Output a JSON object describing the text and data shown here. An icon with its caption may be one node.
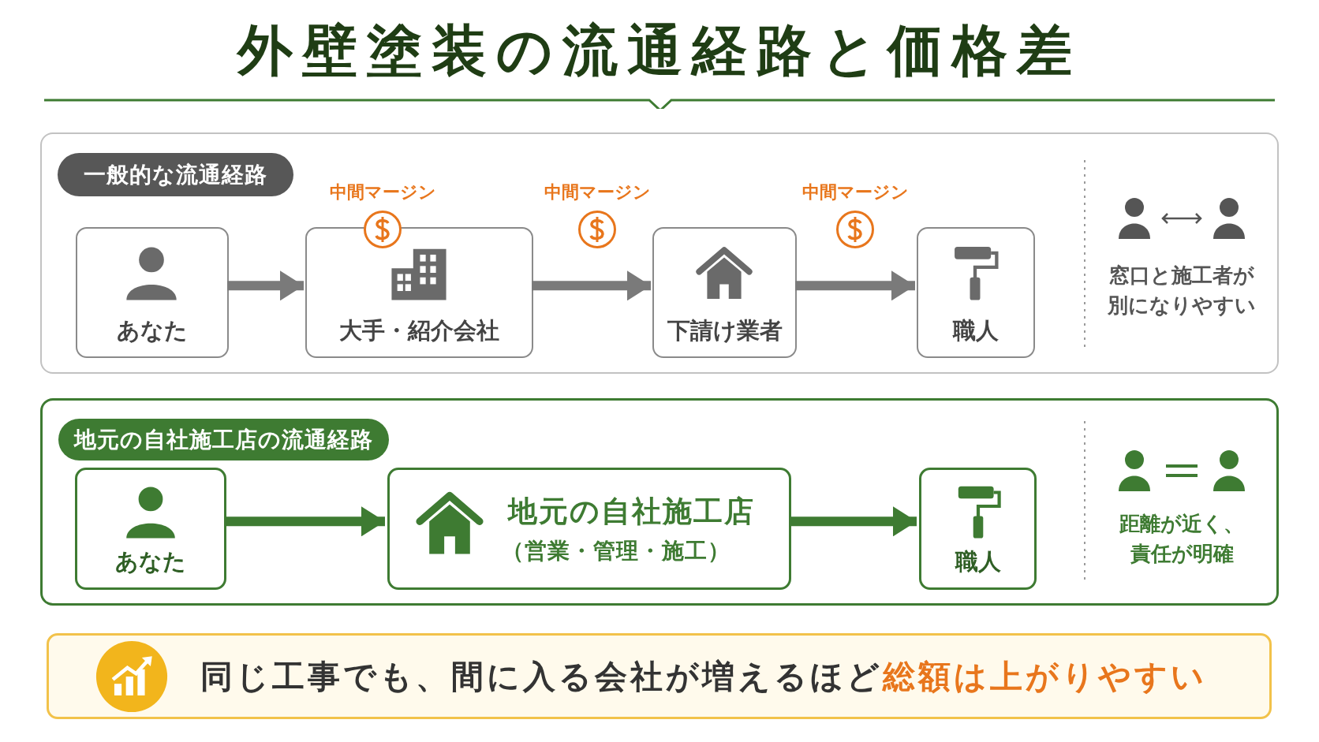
{
  "diagram": {
    "title": "外壁塗装の流通経路と価格差",
    "nodes": [
      {
        "text": [
          "一般的な流通経路"
        ]
      },
      {
        "text": [
          "あなた"
        ],
        "in": 0
      },
      {
        "text": [
          "大手・紹介会社"
        ],
        "in": 0
      },
      {
        "text": [
          "下請け業者"
        ],
        "in": 0
      },
      {
        "text": [
          "職人"
        ],
        "in": 0
      },
      {
        "text": [
          "地元の自社施工店の流通経路"
        ]
      },
      {
        "text": [
          "あなた"
        ],
        "in": 5
      },
      {
        "text": [
          "地元の自社施工店",
          "（営業・管理・施工）"
        ],
        "in": 5
      },
      {
        "text": [
          "職人"
        ],
        "in": 5
      },
      {
        "text": [
          "同じ工事でも、間に入る会社が増えるほど**総額は上がりやすい**"
        ]
      }
    ],
    "edges": [
      {
        "from": 1,
        "to": 2,
        "arrow": "to"
      },
      {
        "from": 2,
        "to": 3,
        "arrow": "to"
      },
      {
        "from": 3,
        "to": 4,
        "arrow": "to"
      },
      {
        "from": 6,
        "to": 7,
        "arrow": "to",
        "color": "#3e7b32"
      },
      {
        "from": 7,
        "to": 8,
        "arrow": "to",
        "color": "#3e7b32"
      }
    ],
    "labels": [
      "中間マージン",
      "中間マージン",
      "中間マージン",
      "窓口と施工者が別になりやすい",
      "距離が近く、責任が明確"
    ]
  }
}
